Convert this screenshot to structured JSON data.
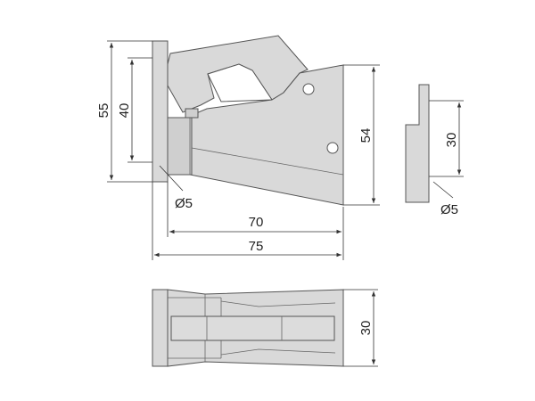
{
  "colors": {
    "part_fill": "#d9d9d9",
    "line": "#333333"
  },
  "dimensions": {
    "front_height_outer": "55",
    "front_height_inner": "40",
    "front_right_height": "54",
    "hole_front": "Ø5",
    "width_inner": "70",
    "width_outer": "75",
    "side_height": "30",
    "hole_side": "Ø5",
    "bottom_height": "30"
  }
}
